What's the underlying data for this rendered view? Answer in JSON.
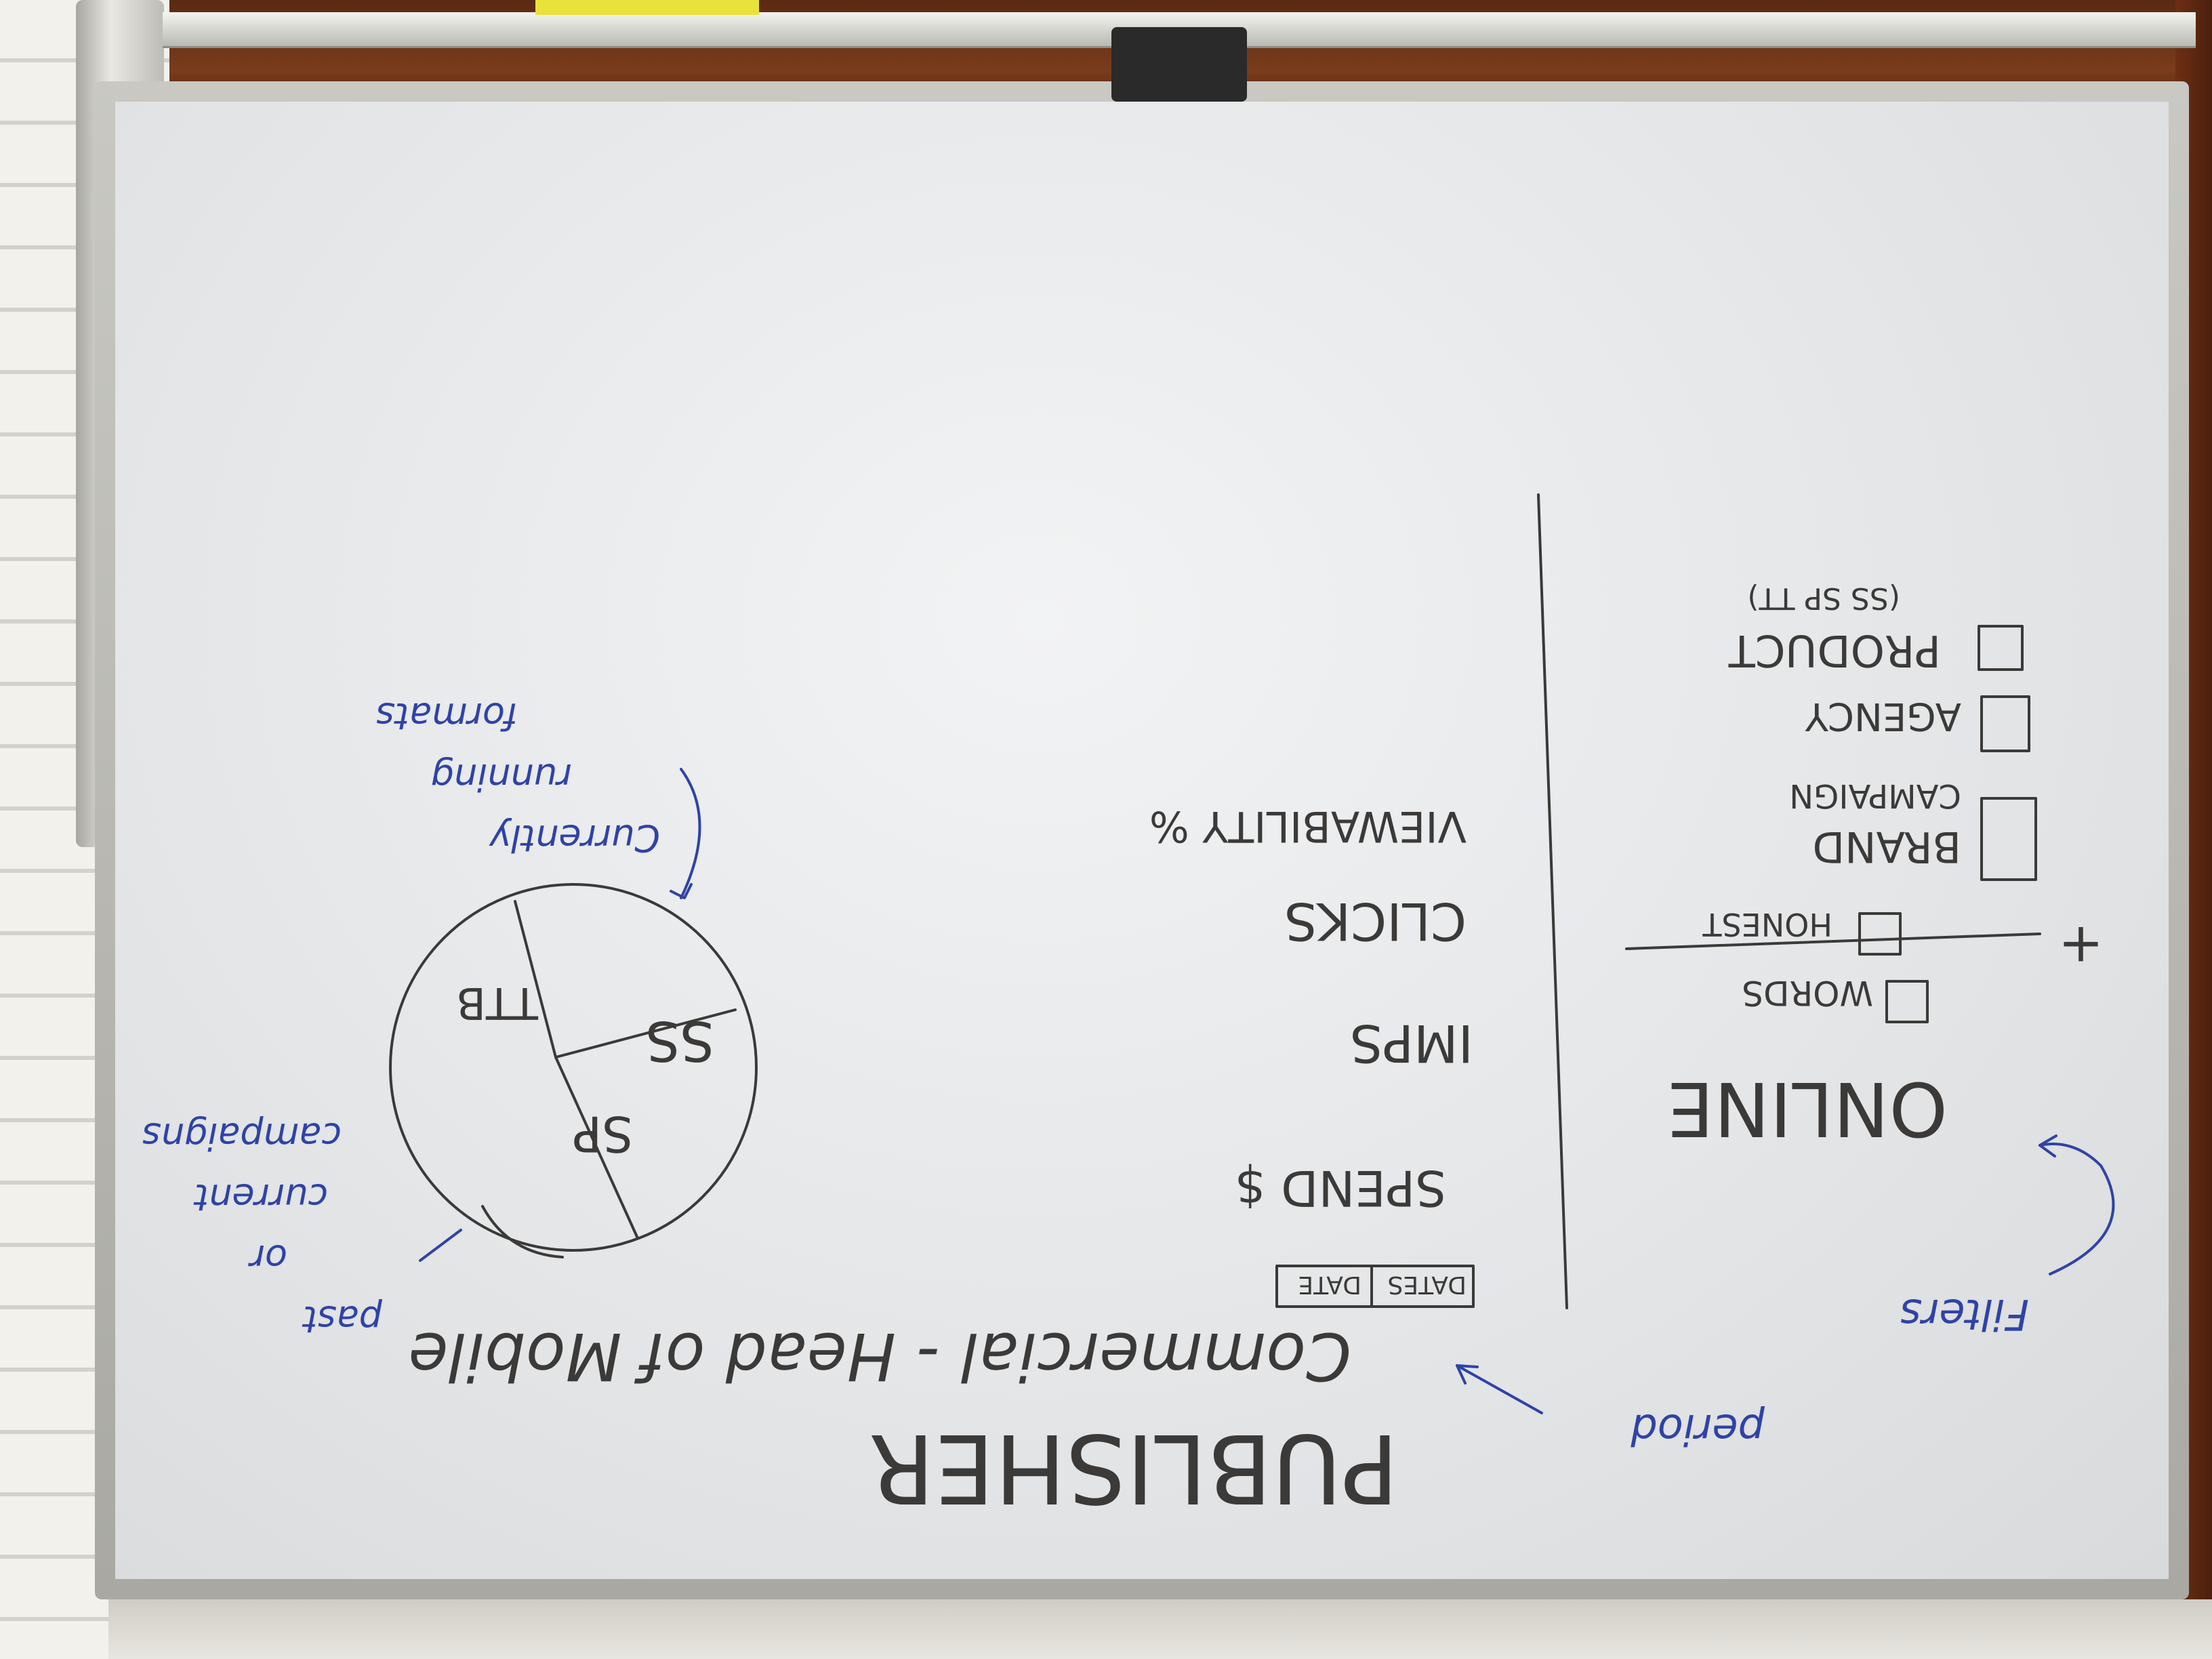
{
  "whiteboard": {
    "title": "PUBLISHER",
    "subtitle": "Commercial - Head of Mobile",
    "date_range": {
      "start": "DATES",
      "end": "DATE"
    },
    "pie": {
      "segments": [
        "SP",
        "SS",
        "TTB"
      ]
    },
    "pie_note": [
      "Currently",
      "running",
      "formats"
    ],
    "past_note": [
      "past",
      "or",
      "current",
      "campaigns"
    ],
    "metrics": [
      "SPEND $",
      "IMPS",
      "CLICKS",
      "VIEWABILITY %"
    ],
    "right_panel": {
      "top_items": [
        "BRAND",
        "CAMPAIGN",
        "AGENCY",
        "PRODUCT",
        "(SS SP TT)"
      ],
      "bottom_items": [
        "ONLINE",
        "WORDS",
        "HONEST"
      ],
      "plus_sign": "+"
    },
    "filters_note": "Filters",
    "period_note": "period"
  }
}
